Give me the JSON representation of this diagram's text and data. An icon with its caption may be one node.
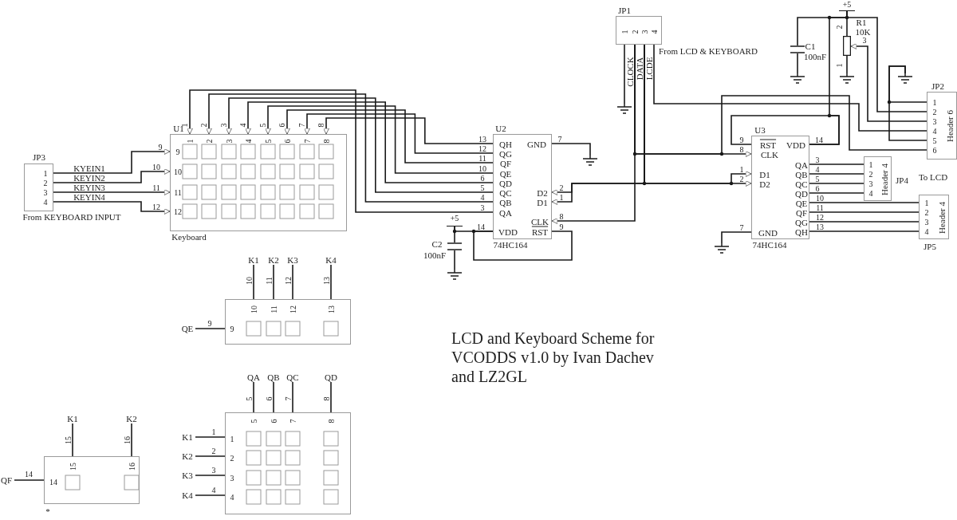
{
  "diagram": {
    "title": "LCD and Keyboard Scheme for VCODDS v1.0 by Ivan Dachev and LZ2GL",
    "nodes": [
      {
        "text": [
          "JP3"
        ],
        "beside": [
          "From KEYBOARD INPUT"
        ]
      },
      {
        "text": [
          "U1"
        ],
        "beside": [
          "Keyboard"
        ]
      },
      {
        "text": [
          "U2",
          "QH",
          "QG",
          "QF",
          "QE",
          "QD",
          "QC",
          "QB",
          "QA",
          "GND",
          "D2",
          "D1",
          "CLK",
          "RST",
          "VDD"
        ],
        "beside": [
          "74HC164"
        ]
      },
      {
        "text": [],
        "shape": "ground"
      },
      {
        "text": [
          "+5"
        ]
      },
      {
        "text": [],
        "shape": "capacitor",
        "beside": [
          "C2",
          "100nF"
        ]
      },
      {
        "text": [],
        "shape": "ground"
      },
      {
        "text": [
          "JP1"
        ],
        "beside": [
          "From LCD & KEYBOARD"
        ]
      },
      {
        "text": [],
        "shape": "ground"
      },
      {
        "text": [
          "U3",
          "RST",
          "CLK",
          "D1",
          "D2",
          "GND",
          "VDD",
          "QA",
          "QB",
          "QC",
          "QD",
          "QE",
          "QF",
          "QG",
          "QH"
        ],
        "beside": [
          "74HC164"
        ]
      },
      {
        "text": [],
        "shape": "ground"
      },
      {
        "text": [
          "+5"
        ]
      },
      {
        "text": [],
        "shape": "capacitor",
        "beside": [
          "C1",
          "100nF"
        ]
      },
      {
        "text": [],
        "shape": "ground"
      },
      {
        "text": [],
        "shape": "resistor",
        "beside": [
          "R1",
          "10K"
        ]
      },
      {
        "text": [],
        "shape": "ground"
      },
      {
        "text": [],
        "shape": "ground"
      },
      {
        "text": [
          "JP2",
          "Header 6"
        ]
      },
      {
        "text": [
          "Header 4"
        ],
        "beside": [
          "JP4"
        ]
      },
      {
        "text": [
          "JP5",
          "Header 4"
        ]
      },
      {
        "text": [],
        "shape": "box"
      },
      {
        "text": [
          "K1"
        ]
      },
      {
        "text": [
          "K2"
        ]
      },
      {
        "text": [
          "K3"
        ]
      },
      {
        "text": [
          "K4"
        ]
      },
      {
        "text": [
          "QE"
        ]
      },
      {
        "text": [],
        "shape": "box"
      },
      {
        "text": [
          "QA"
        ]
      },
      {
        "text": [
          "QB"
        ]
      },
      {
        "text": [
          "QC"
        ]
      },
      {
        "text": [
          "QD"
        ]
      },
      {
        "text": [
          "K1"
        ]
      },
      {
        "text": [
          "K2"
        ]
      },
      {
        "text": [
          "K3"
        ]
      },
      {
        "text": [
          "K4"
        ]
      },
      {
        "text": [],
        "shape": "box",
        "beside": [
          "*"
        ]
      },
      {
        "text": [
          "K1"
        ]
      },
      {
        "text": [
          "K2"
        ]
      },
      {
        "text": [
          "QF"
        ]
      }
    ],
    "edges": [
      {
        "from": 0,
        "to": 1,
        "arrow": "to"
      },
      {
        "from": 0,
        "to": 1,
        "arrow": "to"
      },
      {
        "from": 0,
        "to": 1,
        "arrow": "to"
      },
      {
        "from": 0,
        "to": 1,
        "arrow": "to"
      },
      {
        "from": 2,
        "to": 1,
        "arrow": "to"
      },
      {
        "from": 2,
        "to": 1,
        "arrow": "to"
      },
      {
        "from": 2,
        "to": 1,
        "arrow": "to"
      },
      {
        "from": 2,
        "to": 1,
        "arrow": "to"
      },
      {
        "from": 2,
        "to": 1,
        "arrow": "to"
      },
      {
        "from": 2,
        "to": 1,
        "arrow": "to"
      },
      {
        "from": 2,
        "to": 1,
        "arrow": "to"
      },
      {
        "from": 2,
        "to": 1,
        "arrow": "to"
      },
      {
        "from": 2,
        "to": 3,
        "arrow": "none"
      },
      {
        "from": 2,
        "to": 4,
        "arrow": "none"
      },
      {
        "from": 5,
        "to": 4,
        "arrow": "none"
      },
      {
        "from": 5,
        "to": 6,
        "arrow": "none"
      },
      {
        "from": 2,
        "to": 2,
        "arrow": "none"
      },
      {
        "from": 7,
        "to": 8,
        "arrow": "none"
      },
      {
        "from": 7,
        "to": 2,
        "arrow": "to"
      },
      {
        "from": 7,
        "to": 9,
        "arrow": "to"
      },
      {
        "from": 7,
        "to": 2,
        "arrow": "to"
      },
      {
        "from": 7,
        "to": 2,
        "arrow": "to"
      },
      {
        "from": 7,
        "to": 9,
        "arrow": "to"
      },
      {
        "from": 7,
        "to": 9,
        "arrow": "to"
      },
      {
        "from": 7,
        "to": 17,
        "arrow": "none"
      },
      {
        "from": 7,
        "to": 17,
        "arrow": "none"
      },
      {
        "from": 9,
        "to": 9,
        "arrow": "none"
      },
      {
        "from": 9,
        "to": 11,
        "arrow": "none"
      },
      {
        "from": 12,
        "to": 11,
        "arrow": "none"
      },
      {
        "from": 12,
        "to": 13,
        "arrow": "none"
      },
      {
        "from": 14,
        "to": 11,
        "arrow": "none"
      },
      {
        "from": 14,
        "to": 15,
        "arrow": "none"
      },
      {
        "from": 17,
        "to": 14,
        "arrow": "to"
      },
      {
        "from": 11,
        "to": 17,
        "arrow": "none"
      },
      {
        "from": 16,
        "to": 17,
        "arrow": "none"
      },
      {
        "from": 16,
        "to": 17,
        "arrow": "none"
      },
      {
        "from": 9,
        "to": 10,
        "arrow": "none"
      },
      {
        "from": 9,
        "to": 18,
        "arrow": "none"
      },
      {
        "from": 9,
        "to": 18,
        "arrow": "none"
      },
      {
        "from": 9,
        "to": 18,
        "arrow": "none"
      },
      {
        "from": 9,
        "to": 18,
        "arrow": "none"
      },
      {
        "from": 9,
        "to": 19,
        "arrow": "none"
      },
      {
        "from": 9,
        "to": 19,
        "arrow": "none"
      },
      {
        "from": 9,
        "to": 19,
        "arrow": "none"
      },
      {
        "from": 9,
        "to": 19,
        "arrow": "none"
      },
      {
        "from": 21,
        "to": 20,
        "arrow": "none"
      },
      {
        "from": 22,
        "to": 20,
        "arrow": "none"
      },
      {
        "from": 23,
        "to": 20,
        "arrow": "none"
      },
      {
        "from": 24,
        "to": 20,
        "arrow": "none"
      },
      {
        "from": 25,
        "to": 20,
        "arrow": "none"
      },
      {
        "from": 27,
        "to": 26,
        "arrow": "none"
      },
      {
        "from": 28,
        "to": 26,
        "arrow": "none"
      },
      {
        "from": 29,
        "to": 26,
        "arrow": "none"
      },
      {
        "from": 30,
        "to": 26,
        "arrow": "none"
      },
      {
        "from": 31,
        "to": 26,
        "arrow": "none"
      },
      {
        "from": 32,
        "to": 26,
        "arrow": "none"
      },
      {
        "from": 33,
        "to": 26,
        "arrow": "none"
      },
      {
        "from": 34,
        "to": 26,
        "arrow": "none"
      },
      {
        "from": 36,
        "to": 35,
        "arrow": "none"
      },
      {
        "from": 37,
        "to": 35,
        "arrow": "none"
      },
      {
        "from": 38,
        "to": 35,
        "arrow": "none"
      }
    ],
    "labels": [
      "1",
      "2",
      "3",
      "4",
      "KYEIN1",
      "KEYIN2",
      "KEYIN3",
      "KEYIN4",
      "9",
      "10",
      "11",
      "12",
      "9",
      "10",
      "11",
      "12",
      "1",
      "2",
      "3",
      "4",
      "5",
      "6",
      "7",
      "8",
      "1",
      "2",
      "3",
      "4",
      "5",
      "6",
      "7",
      "8",
      "13",
      "12",
      "11",
      "10",
      "6",
      "5",
      "4",
      "3",
      "7",
      "2",
      "1",
      "8",
      "14",
      "9",
      "1",
      "2",
      "3",
      "4",
      "CLOCK",
      "DATA",
      "LCDE",
      "9",
      "8",
      "1",
      "2",
      "7",
      "14",
      "3",
      "4",
      "5",
      "6",
      "10",
      "11",
      "12",
      "13",
      "2",
      "1",
      "3",
      "1",
      "2",
      "3",
      "4",
      "5",
      "6",
      "1",
      "2",
      "3",
      "4",
      "To LCD",
      "1",
      "2",
      "3",
      "4",
      "10",
      "11",
      "12",
      "13",
      "10",
      "11",
      "12",
      "13",
      "9",
      "9",
      "5",
      "6",
      "7",
      "8",
      "5",
      "6",
      "7",
      "8",
      "1",
      "2",
      "3",
      "4",
      "1",
      "2",
      "3",
      "4",
      "15",
      "16",
      "15",
      "16",
      "14",
      "14"
    ]
  }
}
